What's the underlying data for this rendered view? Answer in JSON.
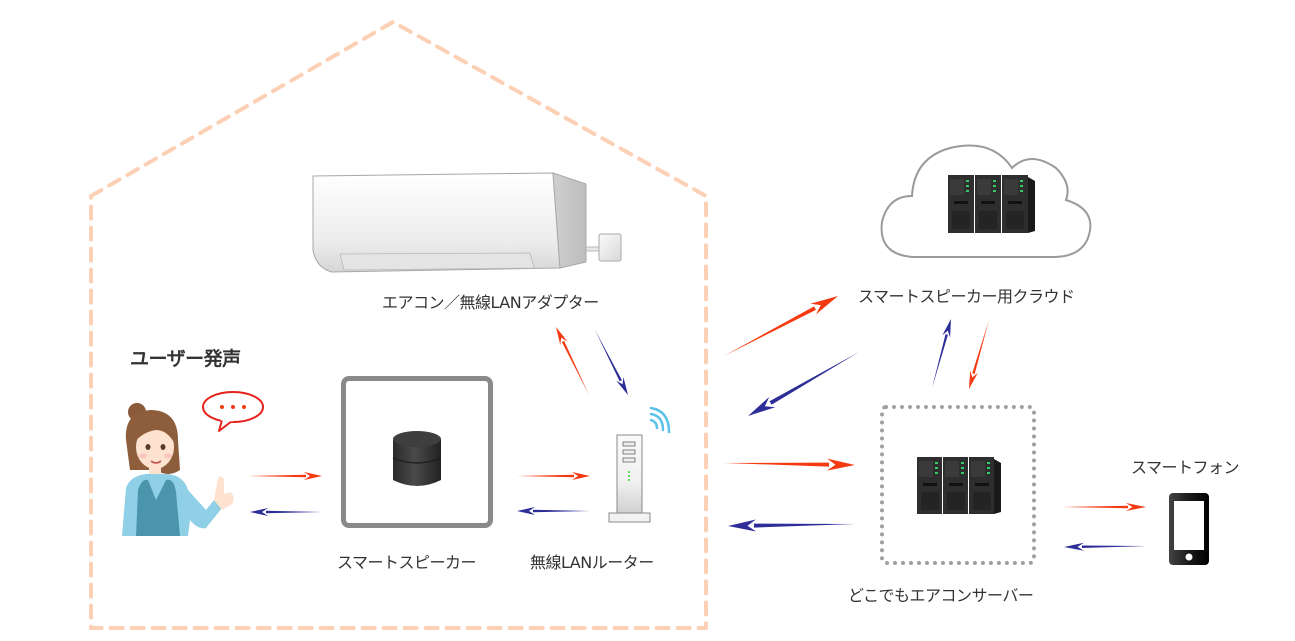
{
  "diagram": {
    "title": "どこでもエアコン スマートスピーカー連携構成図",
    "colors": {
      "house_outline": "#fcd0b4",
      "request_arrow": "#f53a12",
      "response_arrow": "#2e2e99",
      "speaker_box_border": "#8a8a8a",
      "server_box_border": "#a0a0a0",
      "cloud_outline": "#9a9a9a",
      "wifi": "#5bc2ea",
      "bubble": "#e6221c",
      "text": "#333333"
    },
    "labels": {
      "user_speech": "ユーザー発声",
      "speech_bubble": "・・・",
      "smart_speaker": "スマートスピーカー",
      "wireless_router": "無線LANルーター",
      "aircon_adapter": "エアコン／無線LANアダプター",
      "speaker_cloud": "スマートスピーカー用クラウド",
      "aircon_server": "どこでもエアコンサーバー",
      "smartphone": "スマートフォン"
    },
    "nodes": [
      {
        "id": "user",
        "label_key": "user_speech",
        "icon": "woman-pointing-icon"
      },
      {
        "id": "speaker",
        "label_key": "smart_speaker",
        "icon": "smart-speaker-icon"
      },
      {
        "id": "router",
        "label_key": "wireless_router",
        "icon": "router-icon"
      },
      {
        "id": "aircon",
        "label_key": "aircon_adapter",
        "icon": "air-conditioner-icon"
      },
      {
        "id": "cloud",
        "label_key": "speaker_cloud",
        "icon": "cloud-server-icon"
      },
      {
        "id": "server",
        "label_key": "aircon_server",
        "icon": "server-rack-icon"
      },
      {
        "id": "phone",
        "label_key": "smartphone",
        "icon": "smartphone-icon"
      }
    ],
    "connections": [
      {
        "from": "user",
        "to": "speaker",
        "type": "request"
      },
      {
        "from": "speaker",
        "to": "user",
        "type": "response"
      },
      {
        "from": "speaker",
        "to": "router",
        "type": "request"
      },
      {
        "from": "router",
        "to": "speaker",
        "type": "response"
      },
      {
        "from": "router",
        "to": "aircon",
        "type": "request"
      },
      {
        "from": "aircon",
        "to": "router",
        "type": "response"
      },
      {
        "from": "router",
        "to": "cloud",
        "type": "request"
      },
      {
        "from": "cloud",
        "to": "router",
        "type": "response"
      },
      {
        "from": "router",
        "to": "server",
        "type": "request"
      },
      {
        "from": "server",
        "to": "router",
        "type": "response"
      },
      {
        "from": "server",
        "to": "cloud",
        "type": "response"
      },
      {
        "from": "cloud",
        "to": "server",
        "type": "request"
      },
      {
        "from": "server",
        "to": "phone",
        "type": "request"
      },
      {
        "from": "phone",
        "to": "server",
        "type": "response"
      }
    ]
  }
}
